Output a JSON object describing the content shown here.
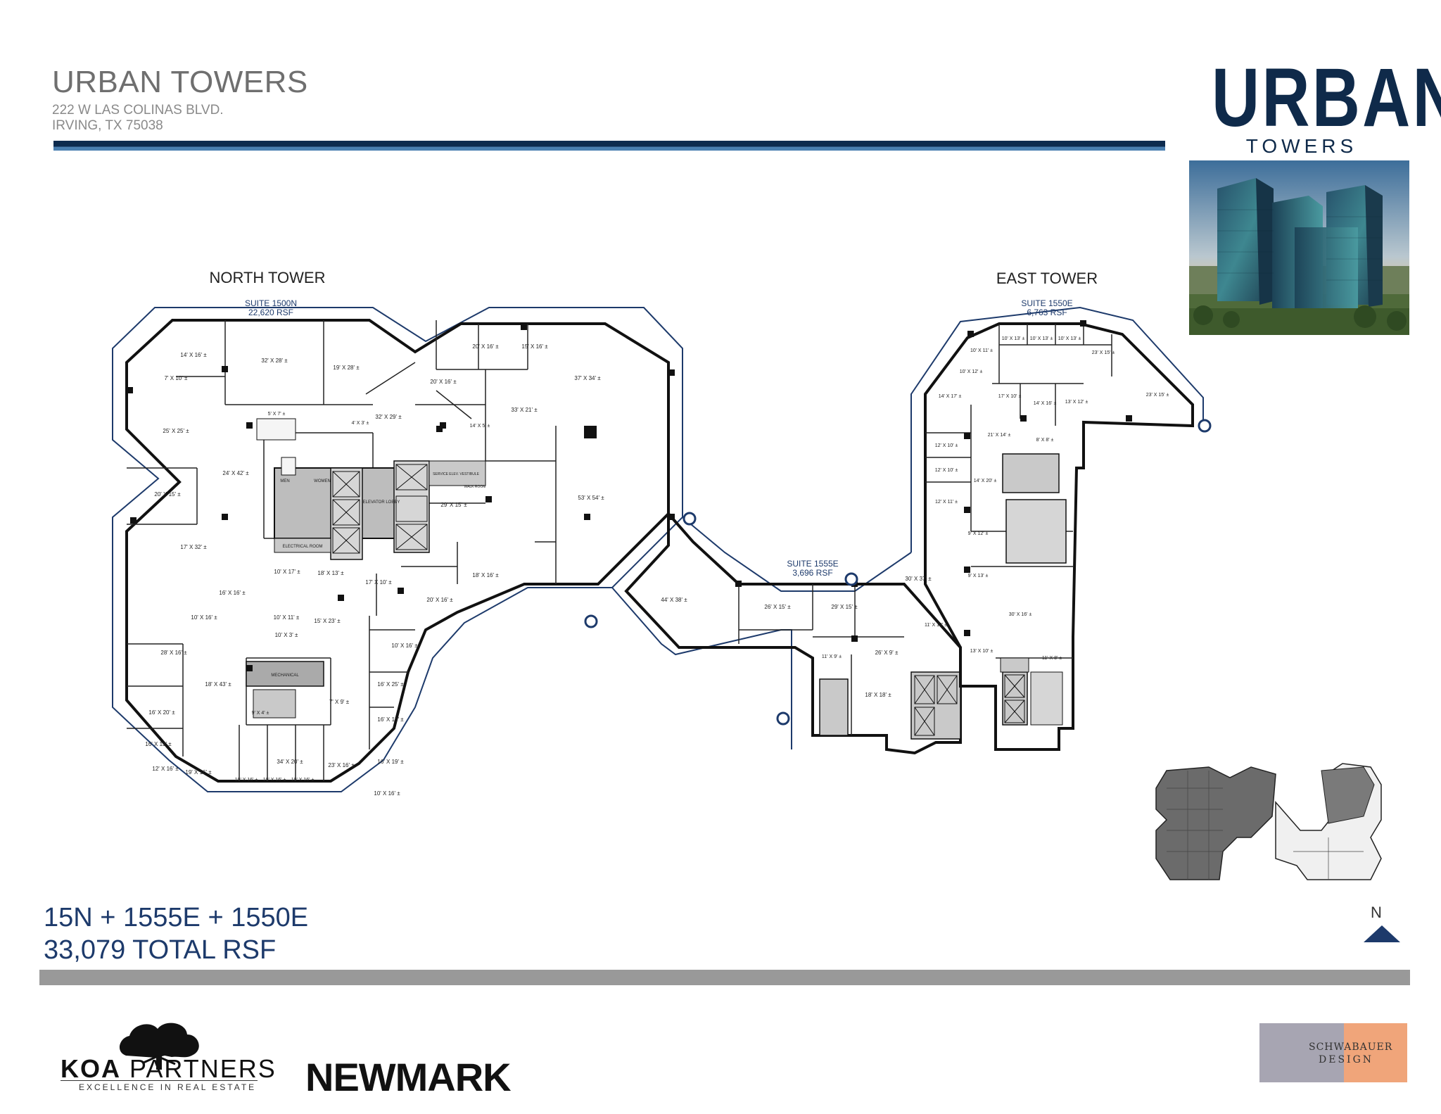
{
  "header": {
    "title": "URBAN TOWERS",
    "address_line1": "222 W LAS COLINAS BLVD.",
    "address_line2": "IRVING, TX 75038"
  },
  "logo": {
    "word1": "URBAN",
    "word2": "TOWERS"
  },
  "plan": {
    "north_tower": {
      "heading": "NORTH TOWER",
      "suite": "SUITE 1500N",
      "rsf": "22,620 RSF",
      "rooms": [
        "14' X 16' ±",
        "32' X 28' ±",
        "19' X 28' ±",
        "7' X 10' ±",
        "25' X 25' ±",
        "24' X 42' ±",
        "20' X 15' ±",
        "17' X 32' ±",
        "16' X 16' ±",
        "10' X 16' ±",
        "28' X 16' ±",
        "16' X 20' ±",
        "16' X 13' ±",
        "12' X 16' ±",
        "19' X 16' ±",
        "18' X 43' ±",
        "34' X 20' ±",
        "10' X 16' ±",
        "10' X 16' ±",
        "10' X 16' ±",
        "23' X 16' ±",
        "16' X 19' ±",
        "10' X 16' ±",
        "16' X 15' ±",
        "16' X 25' ±",
        "10' X 16' ±",
        "15' X 23' ±",
        "18' X 13' ±",
        "17' X 10' ±",
        "10' X 17' ±",
        "10' X 11' ±",
        "10' X 3' ±",
        "7' X 9' ±",
        "9' X 4' ±",
        "32' X 29' ±",
        "20' X 16' ±",
        "15' X 16' ±",
        "20' X 16' ±",
        "37' X 34' ±",
        "33' X 21' ±",
        "29' X 15' ±",
        "53' X 54' ±",
        "18' X 16' ±",
        "20' X 16' ±",
        "5' X 7' ±",
        "4' X 3' ±",
        "14' X 5' ±"
      ]
    },
    "suite_1555e": {
      "suite": "SUITE 1555E",
      "rsf": "3,696 RSF",
      "rooms": [
        "44' X 38' ±",
        "26' X 15' ±",
        "29' X 15' ±",
        "26' X 9' ±",
        "18' X 18' ±",
        "11' X 9' ±"
      ]
    },
    "east_tower": {
      "heading": "EAST TOWER",
      "suite": "SUITE 1550E",
      "rsf": "6,763 RSF",
      "rooms": [
        "10' X 13' ±",
        "10' X 13' ±",
        "10' X 13' ±",
        "23' X 15' ±",
        "10' X 11' ±",
        "10' X 12' ±",
        "23' X 15' ±",
        "14' X 17' ±",
        "17' X 10' ±",
        "14' X 16' ±",
        "13' X 12' ±",
        "21' X 14' ±",
        "8' X 8' ±",
        "12' X 10' ±",
        "12' X 10' ±",
        "14' X 20' ±",
        "12' X 11' ±",
        "9' X 12' ±",
        "9' X 13' ±",
        "30' X 37' ±",
        "30' X 16' ±",
        "11' X 13' ±",
        "13' X 10' ±",
        "11' X 8' ±"
      ]
    },
    "core_labels": {
      "elevator_lobby": "ELEVATOR LOBBY",
      "electrical_room": "ELECTRICAL ROOM",
      "mechanical": "MECHANICAL",
      "service_elev": "SERVICE ELEV. VESTIBULE",
      "walk_room": "WALK ROOM",
      "mens": "MEN",
      "womens": "WOMEN"
    }
  },
  "summary": {
    "line1": "15N + 1555E + 1550E",
    "line2": "33,079 TOTAL RSF"
  },
  "compass": {
    "label": "N"
  },
  "brokers": {
    "koa_name_bold": "KOA",
    "koa_name_light": "PARTNERS",
    "koa_tagline": "EXCELLENCE IN REAL ESTATE",
    "newmark": "NEWMARK",
    "designer_line1": "SCHWABAUER",
    "designer_line2": "DESIGN"
  },
  "colors": {
    "navy": "#0f2a4a",
    "accent_blue": "#1d3a6b",
    "gray_bar": "#999999"
  }
}
